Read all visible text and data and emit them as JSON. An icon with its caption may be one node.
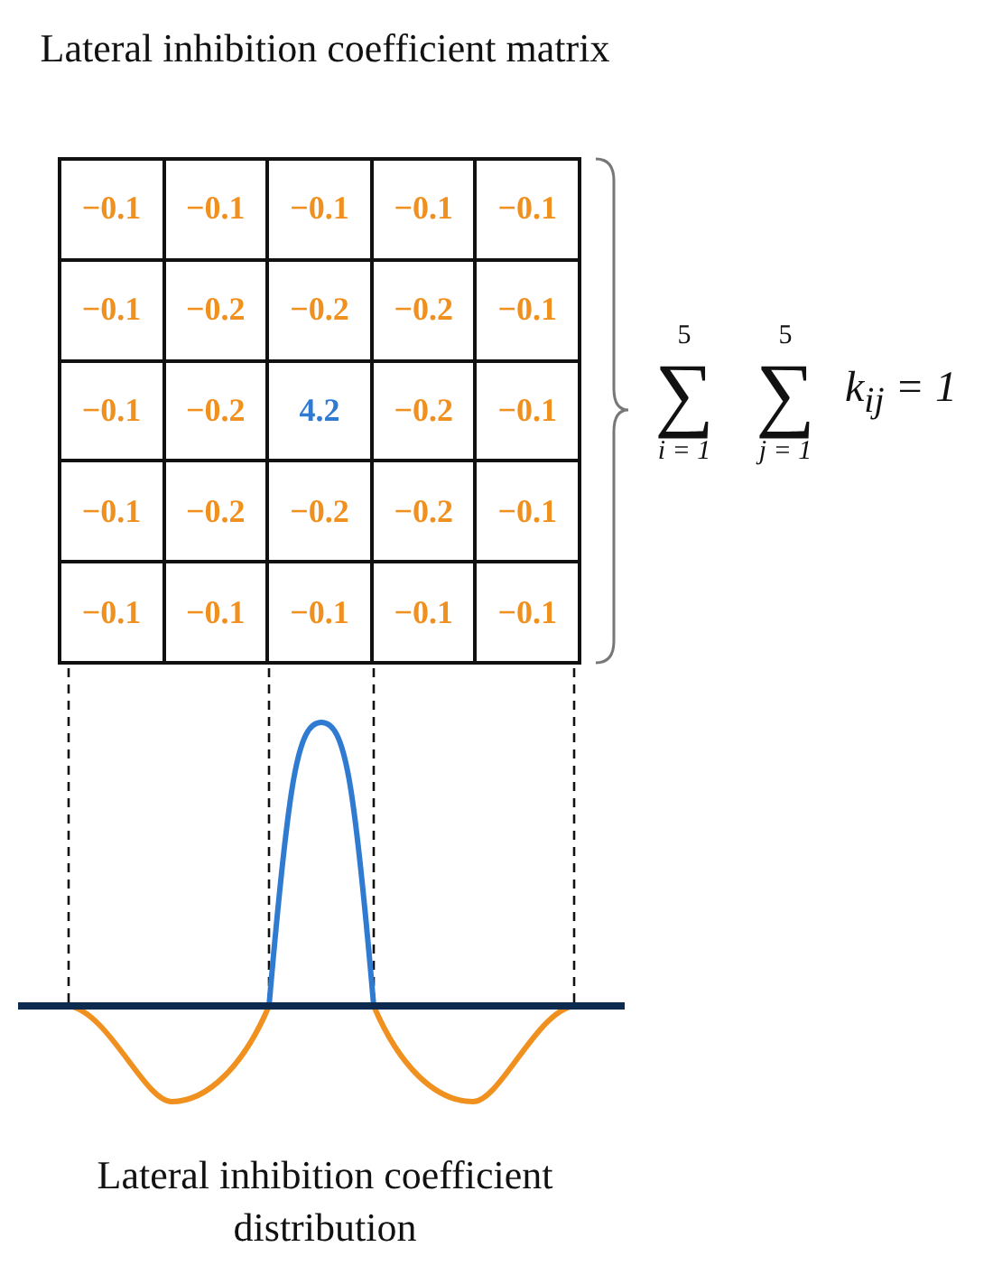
{
  "diagram": {
    "title": "Lateral inhibition coefficient matrix",
    "caption": "Lateral inhibition coefficient distribution",
    "labels": [
      "−0.1",
      "−0.1",
      "−0.1",
      "−0.1",
      "−0.1",
      "−0.1",
      "−0.2",
      "−0.2",
      "−0.2",
      "−0.1",
      "−0.1",
      "−0.2",
      "4.2",
      "−0.2",
      "−0.1",
      "−0.1",
      "−0.2",
      "−0.2",
      "−0.2",
      "−0.1",
      "−0.1",
      "−0.1",
      "−0.1",
      "−0.1",
      "−0.1",
      "5",
      "∑",
      "i = 1",
      "5",
      "∑",
      "j = 1",
      "k$_{ij}$ = 1"
    ]
  }
}
